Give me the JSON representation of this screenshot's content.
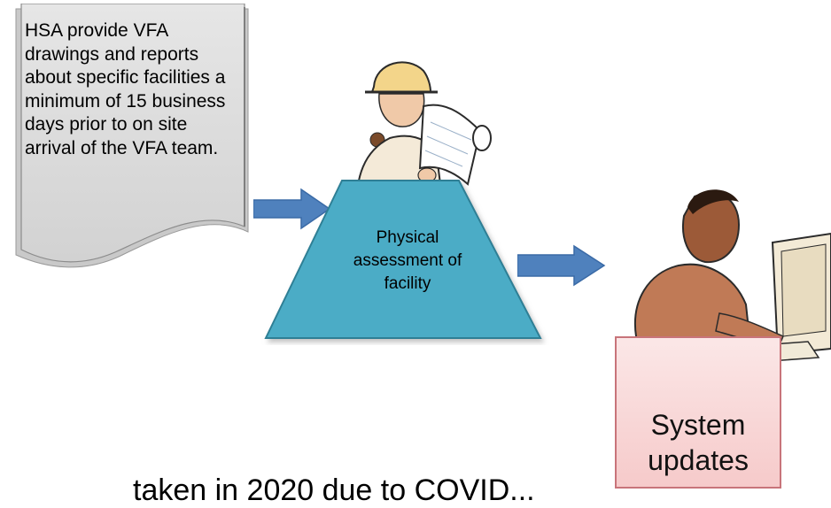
{
  "document_note": {
    "text": "HSA provide VFA drawings and reports about specific facilities a minimum of 15 business days prior to on site arrival of the VFA team."
  },
  "assessment": {
    "label": "Physical assessment of facility",
    "fill_color": "#4bacc6"
  },
  "system": {
    "label": "System updates",
    "box_border_color": "#c8747a"
  },
  "arrows": {
    "color": "#4f81bd"
  },
  "bottom_text": "   taken in 2020 due to COVID..."
}
